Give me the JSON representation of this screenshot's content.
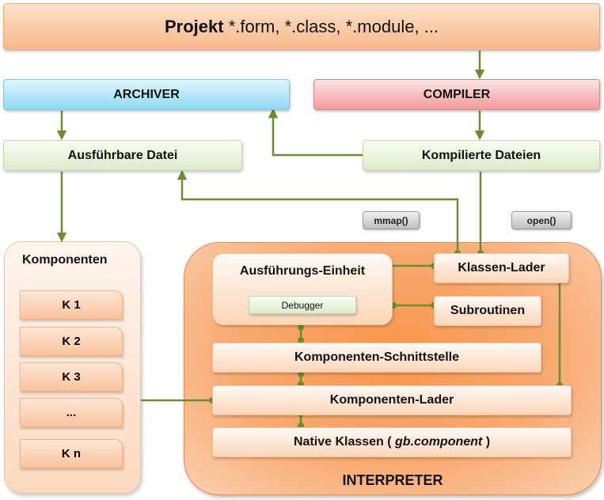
{
  "project": {
    "bold": "Projekt",
    "rest": " *.form, *.class, *.module, ..."
  },
  "archiver": "ARCHIVER",
  "compiler": "COMPILER",
  "executable": "Ausführbare Datei",
  "compiled": "Kompilierte Dateien",
  "mmap": "mmap()",
  "open": "open()",
  "components": {
    "title": "Komponenten",
    "items": [
      "K 1",
      "K 2",
      "K 3",
      "...",
      "K n"
    ]
  },
  "interpreter": {
    "title": "INTERPRETER",
    "execution_unit": "Ausführungs-Einheit",
    "debugger": "Debugger",
    "class_loader": "Klassen-Lader",
    "subroutines": "Subroutinen",
    "component_interface": "Komponenten-Schnittstelle",
    "component_loader": "Komponenten-Lader",
    "native_classes": {
      "prefix": "Native Klassen ( ",
      "italic": "gb.component",
      "suffix": " )"
    }
  },
  "colors": {
    "line": "#6b8e35",
    "orange": "#f79646",
    "blue": "#8fd9f3",
    "red": "#f49a9a",
    "green": "#dcebc9"
  }
}
